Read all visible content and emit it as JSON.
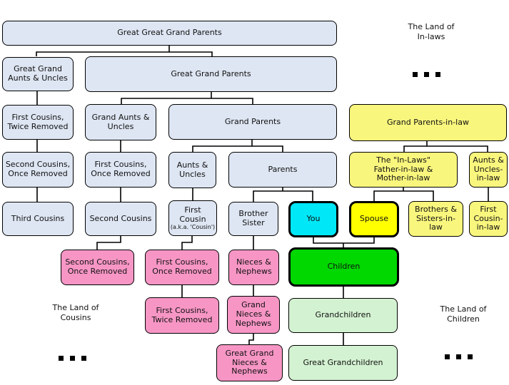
{
  "colors": {
    "node_blue": "#dee6f3",
    "node_pale_yellow": "#f9f67d",
    "node_yellow": "#ffff00",
    "node_cyan": "#00e7f7",
    "node_green": "#00d800",
    "node_light_green": "#d3f2d1",
    "node_pink": "#f796c5",
    "border": "#000000",
    "text": "#111111"
  },
  "regions": {
    "in_laws": {
      "label": "The Land of\nIn-laws"
    },
    "cousins": {
      "label": "The Land of\nCousins"
    },
    "children": {
      "label": "The Land of\nChildren"
    }
  },
  "nodes": {
    "great_great_grand_parents": {
      "label": "Great Great Grand Parents"
    },
    "great_grand_aunts_uncles": {
      "label": "Great Grand\nAunts & Uncles"
    },
    "great_grand_parents": {
      "label": "Great Grand Parents"
    },
    "first_cousins_twice_removed": {
      "label": "First Cousins,\nTwice Removed"
    },
    "grand_aunts_uncles": {
      "label": "Grand Aunts &\nUncles"
    },
    "grand_parents": {
      "label": "Grand Parents"
    },
    "grand_parents_in_law": {
      "label": "Grand Parents-in-law"
    },
    "second_cousins_once_removed": {
      "label": "Second Cousins,\nOnce Removed"
    },
    "first_cousins_once_removed": {
      "label": "First Cousins,\nOnce Removed"
    },
    "aunts_uncles": {
      "label": "Aunts &\nUncles"
    },
    "parents": {
      "label": "Parents"
    },
    "the_in_laws": {
      "label": "The \"In-Laws\"\nFather-in-law &\nMother-in-law"
    },
    "aunts_uncles_in_law": {
      "label": "Aunts &\nUncles-\nin-law"
    },
    "third_cousins": {
      "label": "Third Cousins"
    },
    "second_cousins": {
      "label": "Second Cousins"
    },
    "first_cousin": {
      "label": "First\nCousin",
      "note": "(a.k.a. 'Cousin')"
    },
    "brother_sister": {
      "label": "Brother\nSister"
    },
    "you": {
      "label": "You"
    },
    "spouse": {
      "label": "Spouse"
    },
    "brothers_sisters_in_law": {
      "label": "Brothers &\nSisters-in-\nlaw"
    },
    "first_cousin_in_law": {
      "label": "First\nCousin-\nin-law"
    },
    "second_cousins_once_removed_pink": {
      "label": "Second Cousins,\nOnce Removed"
    },
    "first_cousins_once_removed_pink": {
      "label": "First Cousins,\nOnce Removed"
    },
    "nieces_nephews": {
      "label": "Nieces &\nNephews"
    },
    "children": {
      "label": "Children"
    },
    "first_cousins_twice_removed_pink": {
      "label": "First Cousins,\nTwice Removed"
    },
    "grand_nieces_nephews": {
      "label": "Grand\nNieces &\nNephews"
    },
    "grandchildren": {
      "label": "Grandchildren"
    },
    "great_grand_nieces_nephews": {
      "label": "Great Grand\nNieces &\nNephews"
    },
    "great_grandchildren": {
      "label": "Great Grandchildren"
    }
  }
}
